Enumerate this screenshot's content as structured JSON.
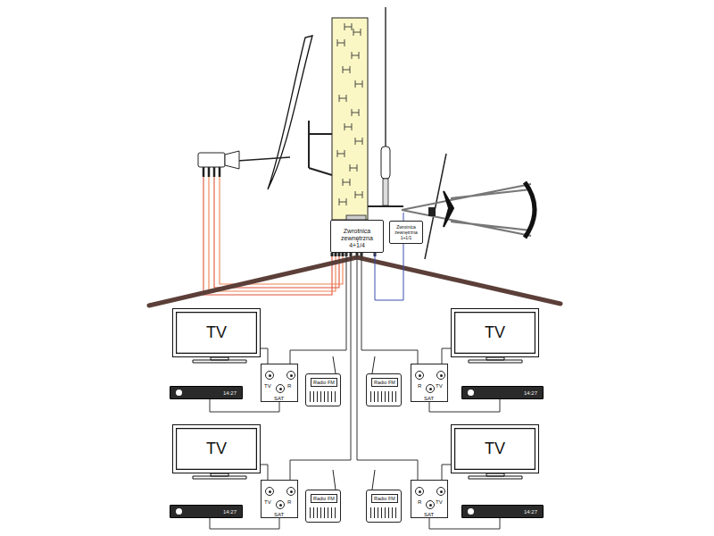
{
  "diagram": {
    "nodes": [
      {
        "text": [
          "Zwrotnica zewnętrzna 4+1/4"
        ]
      },
      {
        "text": [
          "Zwrotnica zewnętrzna 1+1/1"
        ]
      },
      {
        "text": [
          "TV"
        ]
      },
      {
        "text": [
          "TV"
        ]
      },
      {
        "text": [
          "TV",
          "R",
          "SAT"
        ]
      },
      {
        "text": [
          "Radio FM"
        ]
      },
      {
        "text": [
          "Radio FM"
        ]
      },
      {
        "text": [
          "R",
          "TV",
          "SAT"
        ]
      },
      {
        "text": [
          "14:27"
        ]
      },
      {
        "text": [
          "14:27"
        ]
      },
      {
        "text": [
          "TV"
        ]
      },
      {
        "text": [
          "TV"
        ]
      },
      {
        "text": [
          "TV",
          "R",
          "SAT"
        ]
      },
      {
        "text": [
          "Radio FM"
        ]
      },
      {
        "text": [
          "Radio FM"
        ]
      },
      {
        "text": [
          "R",
          "TV",
          "SAT"
        ]
      },
      {
        "text": [
          "14:27"
        ]
      },
      {
        "text": [
          "14:27"
        ]
      }
    ],
    "edges": [
      {
        "from": 1,
        "to": 0,
        "arrow": "none"
      },
      {
        "from": 0,
        "to": 4,
        "arrow": "none"
      },
      {
        "from": 0,
        "to": 7,
        "arrow": "none"
      },
      {
        "from": 0,
        "to": 12,
        "arrow": "none"
      },
      {
        "from": 0,
        "to": 15,
        "arrow": "none"
      },
      {
        "from": 2,
        "to": 4,
        "arrow": "none"
      },
      {
        "from": 8,
        "to": 4,
        "arrow": "none"
      },
      {
        "from": 3,
        "to": 7,
        "arrow": "none"
      },
      {
        "from": 9,
        "to": 7,
        "arrow": "none"
      },
      {
        "from": 10,
        "to": 12,
        "arrow": "none"
      },
      {
        "from": 16,
        "to": 12,
        "arrow": "none"
      },
      {
        "from": 11,
        "to": 15,
        "arrow": "none"
      },
      {
        "from": 17,
        "to": 15,
        "arrow": "none"
      }
    ]
  }
}
